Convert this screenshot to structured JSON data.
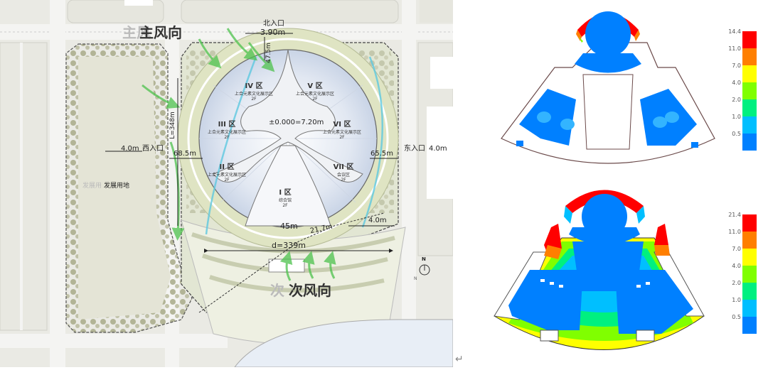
{
  "site_plan": {
    "wind_primary": "主风向",
    "wind_primary_ghost": "主风",
    "wind_secondary": "次风向",
    "wind_secondary_ghost": "次",
    "north_entrance": {
      "label": "北入口",
      "width": "3.90m"
    },
    "west_entrance": {
      "label": "西入口",
      "width": "4.0m"
    },
    "east_entrance": {
      "label": "东入口",
      "width": "4.0m"
    },
    "dimensions": {
      "north_setback": "47.5m",
      "length": "L=348m",
      "west_setback": "68.5m",
      "east_setback": "65.5m",
      "south_gap": "45m",
      "south_offset": "21.7m",
      "diameter": "d=339m",
      "southeast_gap": "4.0m",
      "elevation": "±0.000=7.20m"
    },
    "development_land": "发展用地",
    "development_land_ghost": "发展用",
    "zones": [
      {
        "name": "IV 区",
        "use": "上合元素文化展示区",
        "floor": "2F"
      },
      {
        "name": "V 区",
        "use": "上合元素文化展示区",
        "floor": "2F"
      },
      {
        "name": "III 区",
        "use": "上合元素文化展示区",
        "floor": "2F"
      },
      {
        "name": "VI 区",
        "use": "上合元素文化展示区",
        "floor": "2F"
      },
      {
        "name": "II 区",
        "use": "上合元素文化展示区",
        "floor": "2F"
      },
      {
        "name": "VII 区",
        "use": "会议区",
        "floor": "2F"
      },
      {
        "name": "I 区",
        "use": "综合馆",
        "floor": "2F"
      }
    ],
    "north_arrow": "N",
    "return_symbol": "↵"
  },
  "colors": {
    "red": "#ff0000",
    "orange": "#ff7f00",
    "yellow": "#ffff00",
    "lime": "#80ff00",
    "green": "#00f080",
    "cyan": "#00bfff",
    "blue": "#0080ff",
    "wind_arrow": "#4dc24d",
    "cool_arrow": "#5ec8e0"
  },
  "chart_data": [
    {
      "type": "heatmap",
      "title": "",
      "description": "Wind velocity contour on building floor plan (upper)",
      "legend": {
        "position": "right",
        "ticks": [
          "14.4",
          "11.0",
          "7.0",
          "4.0",
          "2.0",
          "1.0",
          "0.5"
        ],
        "colors": [
          "#ff0000",
          "#ff7f00",
          "#ffff00",
          "#80ff00",
          "#00f080",
          "#00bfff",
          "#0080ff"
        ]
      }
    },
    {
      "type": "heatmap",
      "title": "",
      "description": "Wind velocity contour on building floor plan (lower)",
      "legend": {
        "position": "right",
        "ticks": [
          "21.4",
          "11.0",
          "7.0",
          "4.0",
          "2.0",
          "1.0",
          "0.5"
        ],
        "colors": [
          "#ff0000",
          "#ff7f00",
          "#ffff00",
          "#80ff00",
          "#00f080",
          "#00bfff",
          "#0080ff"
        ]
      }
    }
  ]
}
